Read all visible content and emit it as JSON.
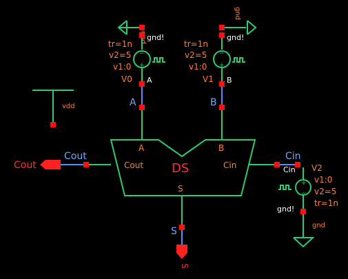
{
  "colors": {
    "background": "#000000",
    "wire": "#2ecc71",
    "net": "#5b8cff",
    "pin": "#ff1010",
    "label": "#ff7f3f",
    "port": "#ff2020"
  },
  "block": {
    "name": "DS",
    "pins": {
      "a": "A",
      "b": "B",
      "cout": "Cout",
      "cin": "Cin",
      "s": "S"
    }
  },
  "nets": {
    "a": "A",
    "b": "B",
    "cout": "Cout",
    "cin": "Cin",
    "s": "S"
  },
  "ports": {
    "cout": "Cout",
    "s": "S"
  },
  "ground_labels": {
    "g0": "gnd!",
    "g1": "gnd!",
    "g2": "gnd!",
    "cin_node": "Cin"
  },
  "ground_symbols": {
    "left": "gnd",
    "right": "gnd",
    "bottom": "gnd"
  },
  "supply": {
    "label": "vdd"
  },
  "sources": [
    {
      "name": "V0",
      "tr": "tr=1n",
      "v2": "v2=5",
      "v1": "v1:0",
      "node": "A"
    },
    {
      "name": "V1",
      "tr": "tr=1n",
      "v2": "v2=5",
      "v1": "v1:0",
      "node": "B"
    },
    {
      "name": "V2",
      "tr": "tr=1n",
      "v2": "v2=5",
      "v1": "v1:0"
    }
  ]
}
